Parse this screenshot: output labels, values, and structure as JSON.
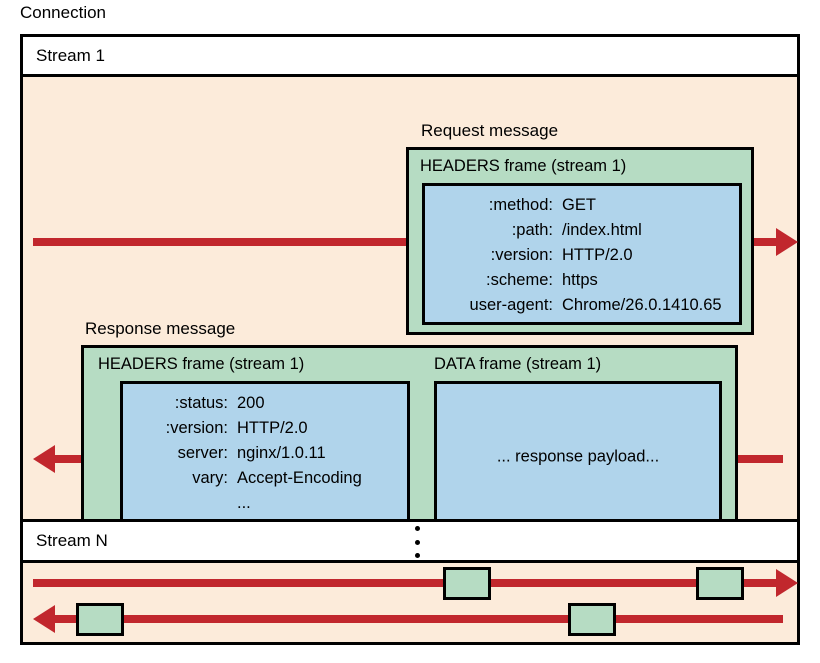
{
  "diagram": {
    "connection_label": "Connection",
    "colors": {
      "stream_background": "#FCEBDA",
      "frame_green": "#B6DCC3",
      "payload_blue": "#B0D4EB",
      "arrow_red": "#C1272D",
      "outline_black": "#000000",
      "page_white": "#FFFFFF"
    }
  },
  "stream1": {
    "title": "Stream 1",
    "request": {
      "label": "Request message",
      "frame_title": "HEADERS frame (stream 1)",
      "headers": [
        {
          "key": ":method:",
          "value": "GET"
        },
        {
          "key": ":path:",
          "value": "/index.html"
        },
        {
          "key": ":version:",
          "value": "HTTP/2.0"
        },
        {
          "key": ":scheme:",
          "value": "https"
        },
        {
          "key": "user-agent:",
          "value": "Chrome/26.0.1410.65"
        }
      ]
    },
    "response": {
      "label": "Response message",
      "headers_frame_title": "HEADERS frame (stream 1)",
      "headers": [
        {
          "key": ":status:",
          "value": "200"
        },
        {
          "key": ":version:",
          "value": "HTTP/2.0"
        },
        {
          "key": "server:",
          "value": "nginx/1.0.11"
        },
        {
          "key": "vary:",
          "value": "Accept-Encoding"
        },
        {
          "key": "",
          "value": "..."
        }
      ],
      "data_frame_title": "DATA frame (stream 1)",
      "data_payload": "... response payload..."
    }
  },
  "streamN": {
    "title": "Stream N",
    "ellipsis": "vertical-ellipsis"
  }
}
